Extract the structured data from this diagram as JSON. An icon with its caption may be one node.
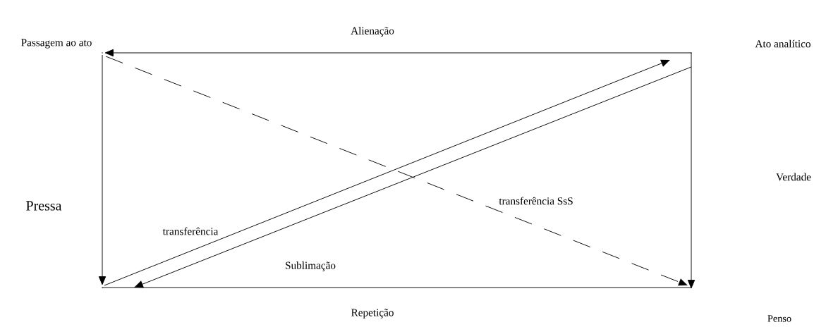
{
  "diagram": {
    "nodes": [
      {
        "text": [],
        "shape": "point"
      },
      {
        "text": [],
        "shape": "point"
      },
      {
        "text": [],
        "shape": "point"
      },
      {
        "text": [],
        "shape": "point"
      }
    ],
    "edges": [
      {
        "from": 1,
        "to": 0,
        "arrow": "to"
      },
      {
        "from": 0,
        "to": 2,
        "arrow": "to"
      },
      {
        "from": 1,
        "to": 3,
        "arrow": "to"
      },
      {
        "from": 2,
        "to": 3,
        "arrow": "none"
      },
      {
        "from": 2,
        "to": 1,
        "arrow": "to"
      },
      {
        "from": 1,
        "to": 2,
        "arrow": "to"
      },
      {
        "from": 0,
        "to": 3,
        "arrow": "to",
        "style": "dashed"
      }
    ],
    "labels": [
      "Passagem ao ato",
      "Alienação",
      "Ato analítico",
      "Pressa",
      "transferência",
      "transferência SsS",
      "Verdade",
      "Sublimação",
      "Repetição",
      "Penso"
    ]
  }
}
